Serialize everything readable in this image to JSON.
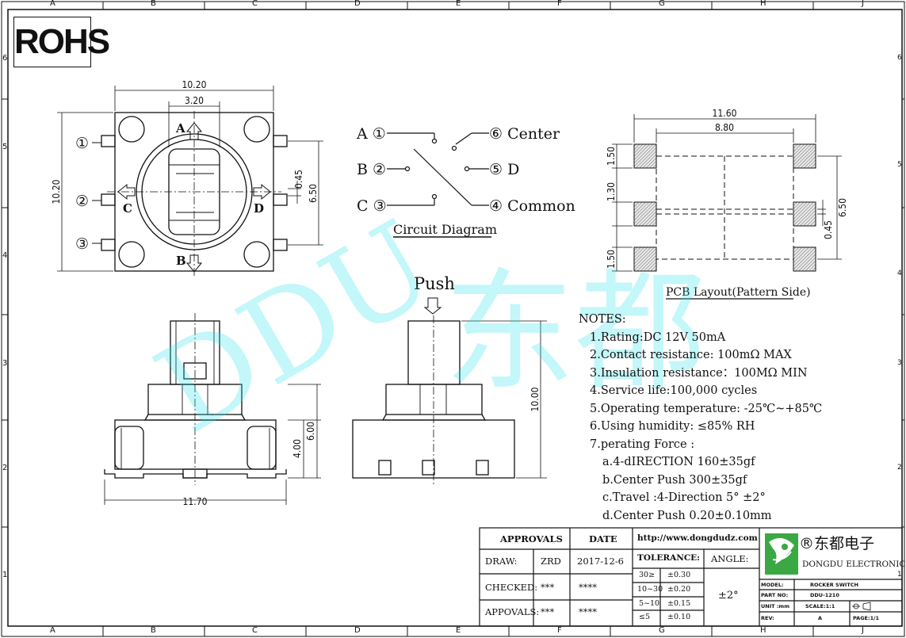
{
  "border_columns": [
    "A",
    "B",
    "C",
    "D",
    "E",
    "F",
    "G",
    "H",
    "J"
  ],
  "border_rows": [
    "6",
    "5",
    "4",
    "3",
    "2",
    "1"
  ],
  "rohs": "ROHS",
  "watermark": {
    "latin": "DDU",
    "chinese": "东都"
  },
  "top_view": {
    "width_dim": "10.20",
    "inner_dim": "3.20",
    "height_dim": "10.20",
    "dim_045": "0.45",
    "dim_650": "6.50",
    "pin_labels": [
      "①",
      "②",
      "③"
    ],
    "dir_labels": {
      "a": "A",
      "b": "B",
      "c": "C",
      "d": "D"
    }
  },
  "circuit": {
    "labels_left": [
      "A ①",
      "B ②",
      "C ③"
    ],
    "labels_right": [
      "⑥ Center",
      "⑤ D",
      "④ Common"
    ],
    "caption": "Circuit Diagram"
  },
  "pcb": {
    "dim_width": "11.60",
    "dim_inner": "8.80",
    "dim_150a": "1.50",
    "dim_130": "1.30",
    "dim_150b": "1.50",
    "dim_650": "6.50",
    "dim_045": "0.45",
    "caption": "PCB Layout(Pattern Side)"
  },
  "side_view": {
    "dim_400": "4.00",
    "dim_600": "6.00",
    "dim_width": "11.70"
  },
  "front_view": {
    "push": "Push",
    "dim_height": "10.00"
  },
  "notes": {
    "title": "NOTES:",
    "items": [
      "1.Rating:DC 12V 50mA",
      "2.Contact resistance: 100mΩ MAX",
      "3.Insulation resistance：100MΩ MIN",
      "4.Service life:100,000 cycles",
      "5.Operating temperature: -25℃~+85℃",
      "6.Using humidity: ≤85% RH",
      "7.perating Force :",
      "a.4-dIRECTION 160±35gf",
      "b.Center Push 300±35gf",
      "c.Travel :4-Direction 5° ±2°",
      "d.Center Push 0.20±0.10mm"
    ]
  },
  "title_block": {
    "approvals": "APPROVALS",
    "date": "DATE",
    "url": "http://www.dongdudz.com",
    "draw_label": "DRAW:",
    "draw_name": "ZRD",
    "draw_date": "2017-12-6",
    "checked_label": "CHECKED:",
    "checked_name": "***",
    "checked_date": "****",
    "appovals_label": "APPOVALS:",
    "appovals_name": "***",
    "appovals_date": "****",
    "tolerance": "TOLERANCE:",
    "angle": "ANGLE:",
    "angle_value": "±2°",
    "tol_ranges": [
      "30≥",
      "10~30",
      "5~10",
      "≤5"
    ],
    "tol_values": [
      "±0.30",
      "±0.20",
      "±0.15",
      "±0.10"
    ],
    "company_cn": "®东都电子",
    "company_en": "DONGDU ELECTRONICS",
    "model_label": "MODEL:",
    "model_value": "ROCKER SWITCH",
    "part_label": "PART NO:",
    "part_value": "DDU-1210",
    "unit_label": "UNIT :mm",
    "scale_label": "SCALE:1:1",
    "rev_label": "REV:",
    "rev_value": "A",
    "page_label": "PAGE:1/1",
    "logo_color": "#3aa843"
  }
}
